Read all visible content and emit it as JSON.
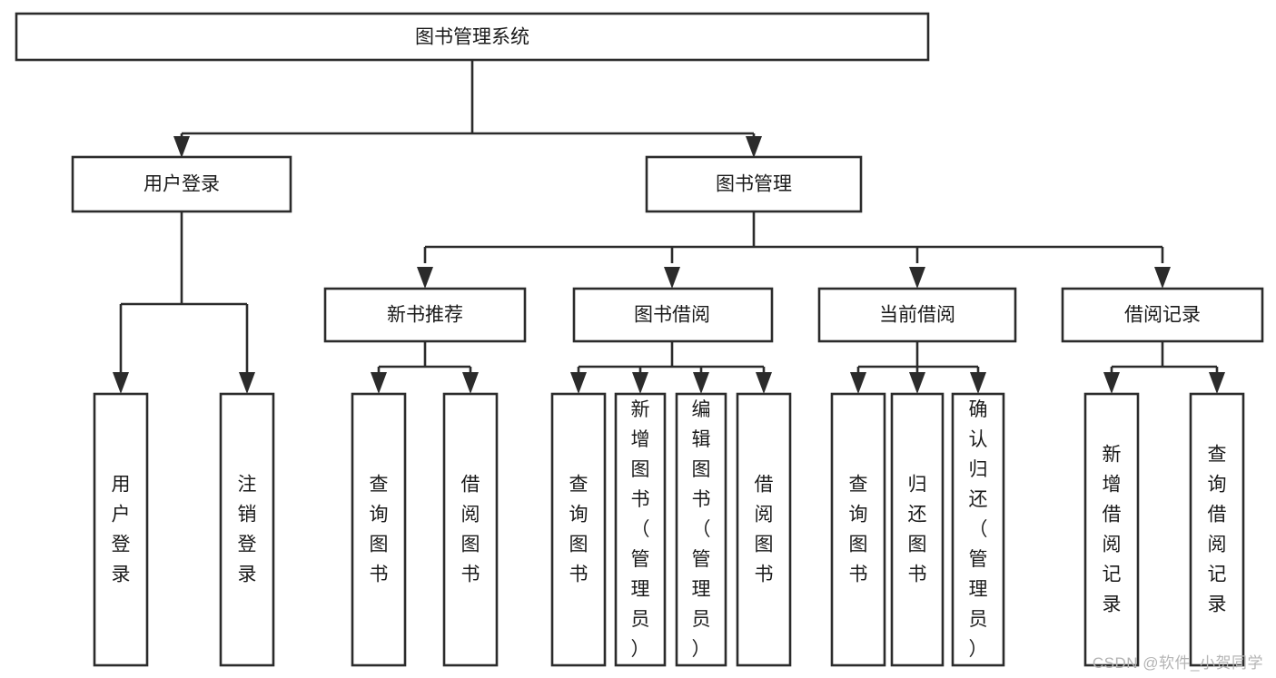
{
  "diagram": {
    "title": "图书管理系统",
    "type": "tree-hierarchy",
    "watermark": "CSDN @软件_小贺同学",
    "colors": {
      "stroke": "#2b2b2b",
      "fill": "#ffffff",
      "text": "#1a1a1a",
      "watermark": "#b4b4b4",
      "background": "#ffffff"
    },
    "nodes": {
      "root": {
        "label": "图书管理系统",
        "level": 0,
        "orientation": "horizontal"
      },
      "level1": [
        {
          "id": "user-login",
          "label": "用户登录",
          "orientation": "horizontal"
        },
        {
          "id": "book-management",
          "label": "图书管理",
          "orientation": "horizontal"
        }
      ],
      "level2": [
        {
          "id": "new-book-recommend",
          "label": "新书推荐",
          "orientation": "horizontal"
        },
        {
          "id": "book-borrow",
          "label": "图书借阅",
          "orientation": "horizontal"
        },
        {
          "id": "current-borrow",
          "label": "当前借阅",
          "orientation": "horizontal"
        },
        {
          "id": "borrow-record",
          "label": "借阅记录",
          "orientation": "horizontal"
        }
      ],
      "leaves": {
        "user-login": [
          {
            "id": "leaf-user-login",
            "label": "用户登录",
            "orientation": "vertical"
          },
          {
            "id": "leaf-logout",
            "label": "注销登录",
            "orientation": "vertical"
          }
        ],
        "new-book-recommend": [
          {
            "id": "leaf-query-book-1",
            "label": "查询图书",
            "orientation": "vertical"
          },
          {
            "id": "leaf-borrow-book-1",
            "label": "借阅图书",
            "orientation": "vertical"
          }
        ],
        "book-borrow": [
          {
            "id": "leaf-query-book-2",
            "label": "查询图书",
            "orientation": "vertical"
          },
          {
            "id": "leaf-add-book",
            "label": "新增图书（管理员）",
            "orientation": "vertical"
          },
          {
            "id": "leaf-edit-book",
            "label": "编辑图书（管理员）",
            "orientation": "vertical"
          },
          {
            "id": "leaf-borrow-book-2",
            "label": "借阅图书",
            "orientation": "vertical"
          }
        ],
        "current-borrow": [
          {
            "id": "leaf-query-book-3",
            "label": "查询图书",
            "orientation": "vertical"
          },
          {
            "id": "leaf-return-book",
            "label": "归还图书",
            "orientation": "vertical"
          },
          {
            "id": "leaf-confirm-return",
            "label": "确认归还（管理员）",
            "orientation": "vertical"
          }
        ],
        "borrow-record": [
          {
            "id": "leaf-add-record",
            "label": "新增借阅记录",
            "orientation": "vertical"
          },
          {
            "id": "leaf-query-record",
            "label": "查询借阅记录",
            "orientation": "vertical"
          }
        ]
      }
    }
  }
}
